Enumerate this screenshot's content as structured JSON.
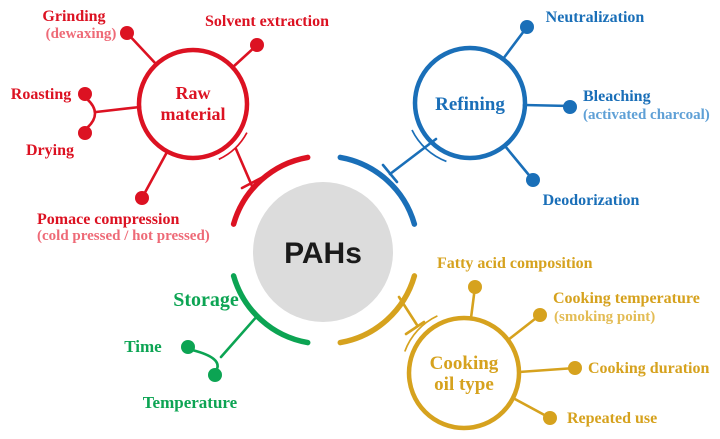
{
  "figure": {
    "center_label": "PAHs"
  },
  "colors": {
    "red": "#DC1222",
    "red_light": "#EE6A77",
    "blue": "#1A6FB8",
    "blue_light": "#5FA0D6",
    "green": "#0CA453",
    "gold": "#D6A21E",
    "gold_light": "#E3BC55",
    "gray": "#DCDCDC",
    "ink": "#1A1A1A"
  },
  "raw_material": {
    "title_line1": "Raw",
    "title_line2": "material",
    "grinding": "Grinding",
    "grinding_sub": "(dewaxing)",
    "solvent_extraction": "Solvent extraction",
    "roasting": "Roasting",
    "drying": "Drying",
    "pomace": "Pomace compression",
    "pomace_sub": "(cold pressed / hot pressed)"
  },
  "refining": {
    "title": "Refining",
    "neutralization": "Neutralization",
    "bleaching": "Bleaching",
    "bleaching_sub": "(activated charcoal)",
    "deodorization": "Deodorization"
  },
  "storage": {
    "title": "Storage",
    "time": "Time",
    "temperature": "Temperature"
  },
  "cooking_oil": {
    "title_line1": "Cooking",
    "title_line2": "oil type",
    "fatty_acid": "Fatty acid composition",
    "cooking_temperature": "Cooking temperature",
    "cooking_temperature_sub": "(smoking point)",
    "cooking_duration": "Cooking duration",
    "repeated_use": "Repeated use"
  }
}
